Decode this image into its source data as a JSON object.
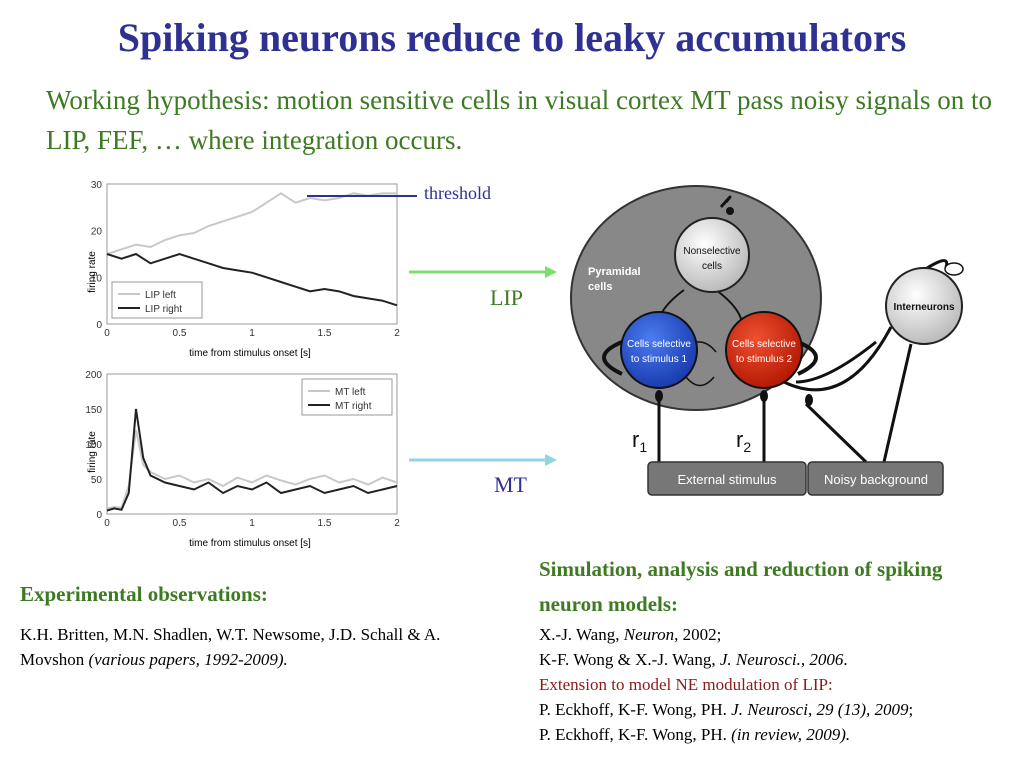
{
  "title": "Spiking neurons reduce to leaky accumulators",
  "subtitle": "Working hypothesis: motion sensitive cells in visual cortex MT pass noisy signals on to LIP, FEF, …  where integration occurs.",
  "threshold_label": "threshold",
  "lip_label": "LIP",
  "mt_label": "MT",
  "colors": {
    "title": "#2e3192",
    "green": "#3d7a22",
    "lip_arrow": "#7be06e",
    "mt_arrow": "#8fd6e0",
    "red_node": "#d42a0c",
    "blue_node": "#2453d6"
  },
  "chart_data": [
    {
      "type": "line",
      "ylabel": "firing rate",
      "xlabel": "time from stimulus onset [s]",
      "xlim": [
        0,
        2
      ],
      "ylim": [
        0,
        30
      ],
      "xticks": [
        "0",
        "0.5",
        "1",
        "1.5",
        "2"
      ],
      "yticks": [
        "0",
        "10",
        "20",
        "30"
      ],
      "threshold": 28,
      "legend_position": "bottom-left",
      "series": [
        {
          "name": "LIP left",
          "color": "#c8c8c8",
          "x": [
            0,
            0.1,
            0.2,
            0.3,
            0.4,
            0.5,
            0.6,
            0.7,
            0.8,
            0.9,
            1.0,
            1.1,
            1.2,
            1.3,
            1.4,
            1.5,
            1.6,
            1.7,
            1.8,
            1.9,
            2.0
          ],
          "y": [
            15,
            16,
            17,
            16.5,
            18,
            19,
            19.5,
            21,
            22,
            23,
            24,
            26,
            28,
            26,
            27,
            26.5,
            27,
            28,
            27.5,
            28,
            28
          ]
        },
        {
          "name": "LIP right",
          "color": "#222222",
          "x": [
            0,
            0.1,
            0.2,
            0.3,
            0.4,
            0.5,
            0.6,
            0.7,
            0.8,
            0.9,
            1.0,
            1.1,
            1.2,
            1.3,
            1.4,
            1.5,
            1.6,
            1.7,
            1.8,
            1.9,
            2.0
          ],
          "y": [
            15,
            14,
            15,
            13,
            14,
            15,
            14,
            13,
            12,
            11.5,
            11,
            10,
            9,
            8,
            7,
            7.5,
            7,
            6,
            5.5,
            5,
            4
          ]
        }
      ]
    },
    {
      "type": "line",
      "ylabel": "firing rate",
      "xlabel": "time from stimulus onset [s]",
      "xlim": [
        0,
        2
      ],
      "ylim": [
        0,
        200
      ],
      "xticks": [
        "0",
        "0.5",
        "1",
        "1.5",
        "2"
      ],
      "yticks": [
        "0",
        "50",
        "100",
        "150",
        "200"
      ],
      "legend_position": "top-right",
      "series": [
        {
          "name": "MT left",
          "color": "#c8c8c8",
          "x": [
            0,
            0.05,
            0.1,
            0.15,
            0.2,
            0.25,
            0.3,
            0.4,
            0.5,
            0.6,
            0.7,
            0.8,
            0.9,
            1.0,
            1.1,
            1.2,
            1.3,
            1.4,
            1.5,
            1.6,
            1.7,
            1.8,
            1.9,
            2.0
          ],
          "y": [
            8,
            10,
            9,
            40,
            120,
            70,
            60,
            50,
            55,
            45,
            50,
            40,
            52,
            45,
            55,
            48,
            42,
            50,
            55,
            45,
            50,
            42,
            52,
            45
          ]
        },
        {
          "name": "MT right",
          "color": "#222222",
          "x": [
            0,
            0.05,
            0.1,
            0.15,
            0.2,
            0.25,
            0.3,
            0.4,
            0.5,
            0.6,
            0.7,
            0.8,
            0.9,
            1.0,
            1.1,
            1.2,
            1.3,
            1.4,
            1.5,
            1.6,
            1.7,
            1.8,
            1.9,
            2.0
          ],
          "y": [
            5,
            8,
            6,
            30,
            150,
            80,
            55,
            45,
            40,
            35,
            45,
            30,
            40,
            35,
            45,
            30,
            35,
            40,
            30,
            35,
            40,
            30,
            35,
            40
          ]
        }
      ]
    }
  ],
  "diagram": {
    "big_label": "Pyramidal cells",
    "nonselective": "Nonselective cells",
    "sel1": "Cells selective to stimulus 1",
    "sel2": "Cells selective to stimulus 2",
    "interneurons": "Interneurons",
    "r1": "r",
    "r1_sub": "1",
    "r2": "r",
    "r2_sub": "2",
    "external": "External stimulus",
    "noisy": "Noisy background"
  },
  "exp_head": "Experimental observations:",
  "exp_cite": "K.H. Britten, M.N. Shadlen, W.T. Newsome, J.D. Schall & A. Movshon",
  "exp_cite_ital": "(various papers, 1992-2009).",
  "sim_head": "Simulation, analysis and reduction of spiking neuron models:",
  "sim": {
    "l1a": "X.-J. Wang, ",
    "l1b": "Neuron",
    "l1c": ", 2002;",
    "l2a": "K-F. Wong & X.-J. Wang, ",
    "l2b": "J. Neurosci., 2006",
    "l3": "Extension to model NE modulation of LIP:",
    "l4a": "P. Eckhoff, K-F. Wong, PH. ",
    "l4b": "J. Neurosci",
    "l4c": ", ",
    "l4d": "29 (13), 2009",
    "l5a": "P. Eckhoff, K-F. Wong, PH. ",
    "l5b": "(in review, 2009)."
  }
}
